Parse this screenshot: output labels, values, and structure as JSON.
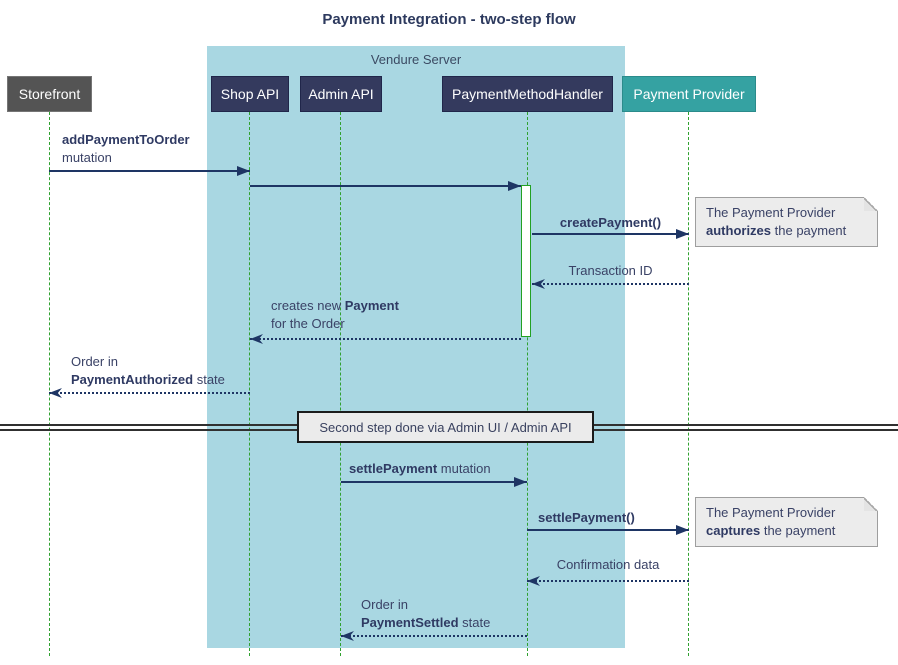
{
  "title": "Payment Integration - two-step flow",
  "frame": {
    "label": "Vendure Server"
  },
  "participants": [
    {
      "label": "Storefront",
      "color": "#545454"
    },
    {
      "label": "Shop API",
      "color": "#343a5e"
    },
    {
      "label": "Admin API",
      "color": "#343a5e"
    },
    {
      "label": "PaymentMethodHandler",
      "color": "#343a5e"
    },
    {
      "label": "Payment Provider",
      "color": "#35a2a2"
    }
  ],
  "messages": {
    "add_payment": {
      "bold": "addPaymentToOrder",
      "line2": "mutation",
      "from": "Storefront",
      "to": "Shop API",
      "style": "solid"
    },
    "forward_to_handler": {
      "from": "Shop API",
      "to": "PaymentMethodHandler",
      "style": "solid"
    },
    "create_payment": {
      "bold": "createPayment()",
      "from": "PaymentMethodHandler",
      "to": "Payment Provider",
      "style": "solid"
    },
    "transaction_id": {
      "text": "Transaction ID",
      "from": "Payment Provider",
      "to": "PaymentMethodHandler",
      "style": "dotted"
    },
    "creates_payment": {
      "pre": "creates new",
      "bold": "Payment",
      "line2": "for the Order",
      "from": "PaymentMethodHandler",
      "to": "Shop API",
      "style": "dotted"
    },
    "payment_authorized": {
      "line1": "Order in",
      "bold": "PaymentAuthorized",
      "suffix": "state",
      "from": "Shop API",
      "to": "Storefront",
      "style": "dotted"
    },
    "settle_payment_mutation": {
      "bold": "settlePayment",
      "suffix": "mutation",
      "from": "Admin API",
      "to": "PaymentMethodHandler",
      "style": "solid"
    },
    "settle_payment_call": {
      "bold": "settlePayment()",
      "from": "PaymentMethodHandler",
      "to": "Payment Provider",
      "style": "solid"
    },
    "confirmation_data": {
      "text": "Confirmation data",
      "from": "Payment Provider",
      "to": "PaymentMethodHandler",
      "style": "dotted"
    },
    "payment_settled": {
      "line1": "Order in",
      "bold": "PaymentSettled",
      "suffix": "state",
      "from": "PaymentMethodHandler",
      "to": "Admin API",
      "style": "dotted"
    }
  },
  "notes": {
    "authorize": {
      "line1": "The Payment Provider",
      "bold": "authorizes",
      "suffix": "the payment"
    },
    "capture": {
      "line1": "The Payment Provider",
      "bold": "captures",
      "suffix": "the payment"
    }
  },
  "divider": {
    "label": "Second step done via Admin UI / Admin API"
  },
  "colors": {
    "frame_fill": "#a9d7e2",
    "participant_navy": "#343a5e",
    "participant_gray": "#545454",
    "participant_teal": "#35a2a2",
    "lifeline_green": "#30a130",
    "arrow_navy": "#1e3564",
    "text_navy": "#3a4266",
    "note_fill": "#ececec",
    "title_color": "#2d3a5e"
  }
}
